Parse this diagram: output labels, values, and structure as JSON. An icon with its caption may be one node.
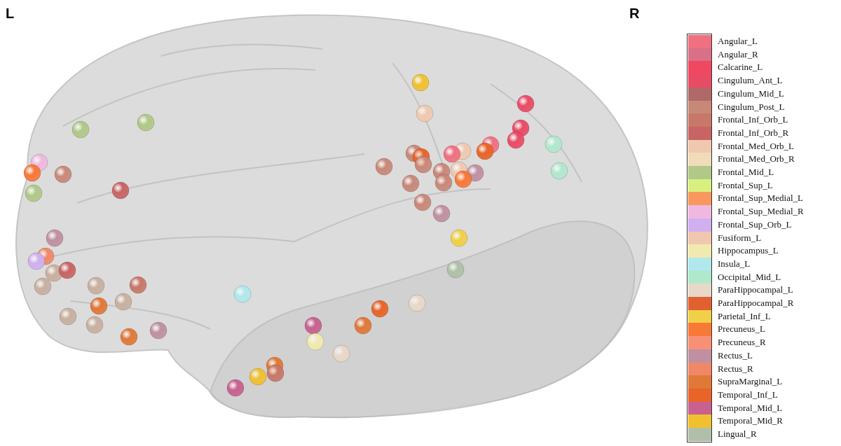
{
  "diagram": {
    "labels": [
      "L",
      "R"
    ],
    "legend": [
      {
        "text": "Angular_L",
        "color": "#f07080"
      },
      {
        "text": "Angular_R",
        "color": "#d87088"
      },
      {
        "text": "Calcarine_L",
        "color": "#f04860"
      },
      {
        "text": "Cingulum_Ant_L",
        "color": "#e84c64"
      },
      {
        "text": "Cingulum_Mid_L",
        "color": "#b06868"
      },
      {
        "text": "Cingulum_Post_L",
        "color": "#c88878"
      },
      {
        "text": "Frontal_Inf_Orb_L",
        "color": "#c87868"
      },
      {
        "text": "Frontal_Inf_Orb_R",
        "color": "#c86464"
      },
      {
        "text": "Frontal_Med_Orb_L",
        "color": "#f0c8b0"
      },
      {
        "text": "Frontal_Med_Orb_R",
        "color": "#f0dcb8"
      },
      {
        "text": "Frontal_Mid_L",
        "color": "#b0c888"
      },
      {
        "text": "Frontal_Sup_L",
        "color": "#d8f080"
      },
      {
        "text": "Frontal_Sup_Medial_L",
        "color": "#f8985c"
      },
      {
        "text": "Frontal_Sup_Medial_R",
        "color": "#f0b8e0"
      },
      {
        "text": "Frontal_Sup_Orb_L",
        "color": "#d0b0f0"
      },
      {
        "text": "Fusiform_L",
        "color": "#f0c8b0"
      },
      {
        "text": "Hippocampus_L",
        "color": "#f0eab0"
      },
      {
        "text": "Insula_L",
        "color": "#b0e8ec"
      },
      {
        "text": "Occipital_Mid_L",
        "color": "#b0e8cc"
      },
      {
        "text": "ParaHippocampal_L",
        "color": "#e8d8c8"
      },
      {
        "text": "ParaHippocampal_R",
        "color": "#e06030"
      },
      {
        "text": "Parietal_Inf_L",
        "color": "#f0d048"
      },
      {
        "text": "Precuneus_L",
        "color": "#f87838"
      },
      {
        "text": "Precuneus_R",
        "color": "#f89078"
      },
      {
        "text": "Rectus_L",
        "color": "#c090a0"
      },
      {
        "text": "Rectus_R",
        "color": "#f08868"
      },
      {
        "text": "SupraMarginal_L",
        "color": "#e07838"
      },
      {
        "text": "Temporal_Inf_L",
        "color": "#e86428"
      },
      {
        "text": "Temporal_Mid_L",
        "color": "#c86090"
      },
      {
        "text": "Temporal_Mid_R",
        "color": "#f0c030"
      },
      {
        "text": "Lingual_R",
        "color": "#b0c0a8"
      }
    ]
  }
}
